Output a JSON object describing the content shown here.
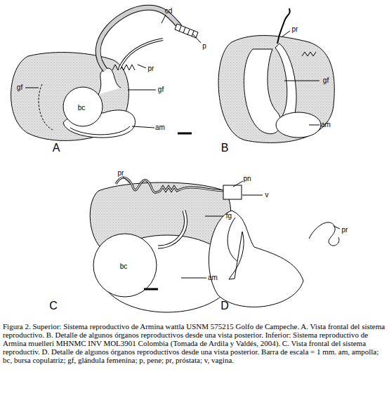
{
  "diagram": {
    "caption": "Figura 2. Superior: Sistema reproductivo de Armina wattla USNM 575215 Golfo de Campeche. A. Vista frontal del sistema reproductivo. B. Detalle de algunos órganos reproductivos desde una vista posterior. Inferior: Sistema reproductivo de Armina muelleri MHNMC INV MOL3901 Colombia (Tomada de Ardila y Valdés, 2004). C. Vista frontal del sistema reproductiv. D. Detalle de algunos órganos reproductivos desde una vista posterior. Barra de escala = 1 mm. am, ampolla; bc, bursa copulatriz; gf, glándula femenina; p, pene; pr, próstata; v, vagina.",
    "labels": [
      "cd",
      "p",
      "pr",
      "gf",
      "gf",
      "bc",
      "am",
      "A",
      "pr",
      "gf",
      "am",
      "B",
      "pr",
      "pn",
      "v",
      "fg",
      "bc",
      "am",
      "C",
      "pr",
      "D"
    ]
  }
}
